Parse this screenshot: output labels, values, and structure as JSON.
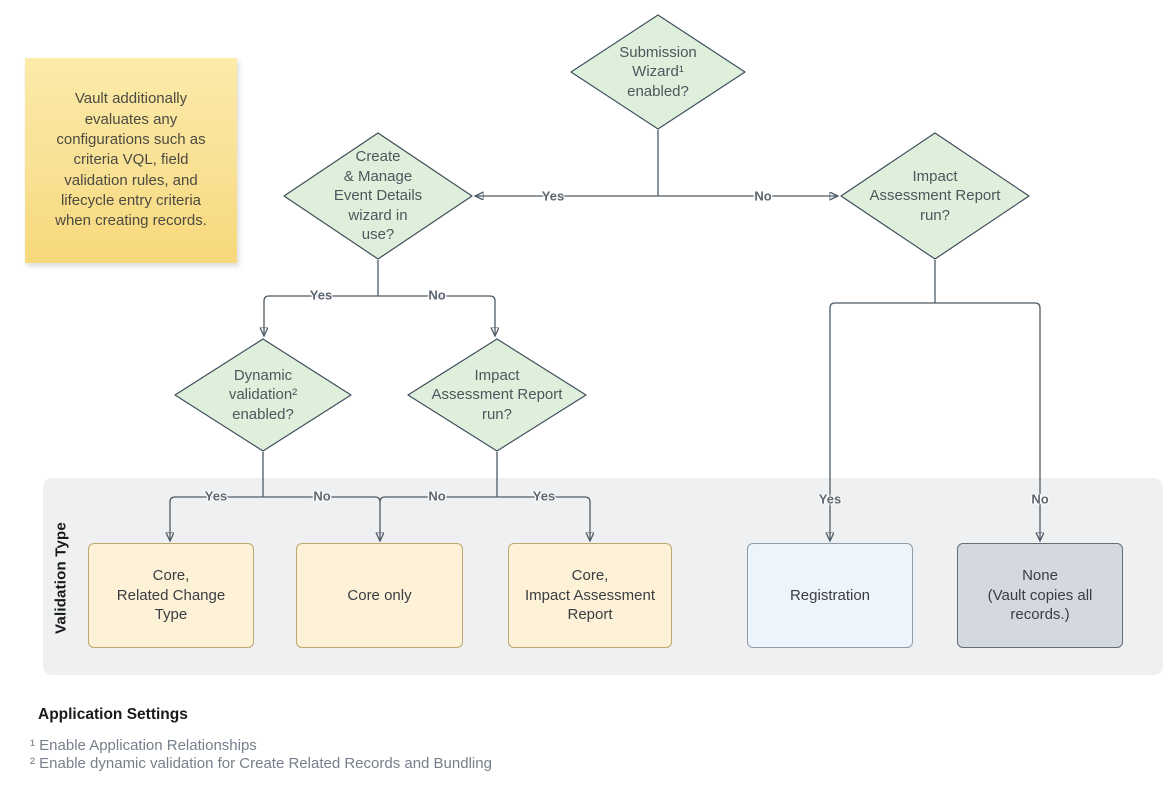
{
  "note": {
    "text": "Vault additionally\nevaluates any\nconfigurations such as\ncriteria VQL, field\nvalidation rules, and\nlifecycle entry criteria\nwhen creating records."
  },
  "band": {
    "label": "Validation Type"
  },
  "decisions": {
    "submission_wizard": {
      "text": "Submission\nWizard¹\nenabled?"
    },
    "create_manage_wizard": {
      "text": "Create\n& Manage\nEvent Details\nwizard in\nuse?"
    },
    "impact_assessment_right": {
      "text": "Impact\nAssessment Report\nrun?"
    },
    "dynamic_validation": {
      "text": "Dynamic\nvalidation²\nenabled?"
    },
    "impact_assessment_middle": {
      "text": "Impact\nAssessment Report\nrun?"
    }
  },
  "outcomes": {
    "core_related_change_type": {
      "text": "Core,\nRelated Change\nType"
    },
    "core_only": {
      "text": "Core only"
    },
    "core_impact_assessment_report": {
      "text": "Core,\nImpact Assessment\nReport"
    },
    "registration": {
      "text": "Registration"
    },
    "none": {
      "text": "None\n(Vault copies all\nrecords.)"
    }
  },
  "edges": {
    "submission_yes": "Yes",
    "submission_no": "No",
    "wizard_yes": "Yes",
    "wizard_no": "No",
    "dynamic_yes": "Yes",
    "dynamic_no": "No",
    "impact_middle_no": "No",
    "impact_middle_yes": "Yes",
    "impact_right_yes": "Yes",
    "impact_right_no": "No"
  },
  "footer": {
    "heading": "Application Settings",
    "footnote1": "¹ Enable Application Relationships",
    "footnote2": "² Enable dynamic validation for Create Related Records and Bundling"
  },
  "colors": {
    "decision_fill": "#def0dc",
    "decision_border": "#3f4e5c",
    "outcome_tan_fill": "#fdf1d7",
    "outcome_tan_border": "#bda76e",
    "registration_fill": "#eef4fb",
    "registration_border": "#8e9ba8",
    "none_fill": "#d3d9de",
    "none_border": "#646e78",
    "band_background": "#eef0f2",
    "note_gradient_top": "#fbeaa9",
    "note_gradient_bottom": "#f7d87a",
    "edge_line": "#4e5a65",
    "arrowhead": "#2e3a46"
  }
}
